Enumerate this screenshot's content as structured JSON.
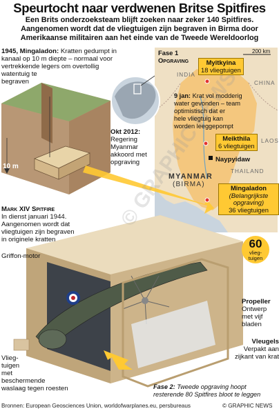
{
  "headline": "Speurtocht naar verdwenen Britse Spitfires",
  "subheadline": [
    "Een Brits onderzoeksteam blijft zoeken naar zeker 140 Spitfires.",
    "Aangenomen wordt dat de vliegtuigen zijn begraven in Birma door",
    "Amerikaanse militairen aan het einde van de Tweede Wereldoorlog"
  ],
  "burial_note": {
    "date": "1945, Mingaladon:",
    "lines": [
      "Kratten gedumpt in",
      "kanaal op 10 m diepte – normaal voor",
      "vertrekkende legers om overtollig",
      "watentuig te",
      "begraven"
    ]
  },
  "depth_label": "10 m",
  "oct_note": {
    "date": "Okt 2012:",
    "lines": [
      "Regering",
      "Myanmar",
      "akkoord met",
      "opgraving"
    ]
  },
  "aircraft": {
    "name": "Mark XIV Spitfire",
    "lines": [
      "In dienst januari 1944.",
      "Aangenomen wordt dat",
      "vliegtuigen zijn begraven",
      "in originele kratten"
    ]
  },
  "labels": {
    "engine": "Griffon-motor",
    "propeller_title": "Propeller",
    "propeller_lines": [
      "Ontwerp",
      "met vijf",
      "bladen"
    ],
    "wings_title": "Vleugels",
    "wings_lines": [
      "Verpakt aan",
      "zijkant van krat"
    ],
    "coating_lines": [
      "Vlieg-",
      "tuigen",
      "met",
      "beschermende",
      "waslaag tegen roesten"
    ]
  },
  "map": {
    "phase": "Fase 1",
    "phase_sub": "Opgraving",
    "scale": "200 km",
    "countries": {
      "india": "INDIA",
      "china": "CHINA",
      "laos": "LAOS",
      "thailand": "THAILAND",
      "myanmar": "MYANMAR",
      "birma": "(BIRMA)"
    },
    "capital": "Naypyidaw",
    "sites": [
      {
        "name": "Myitkyina",
        "detail": "18 vliegtuigen"
      },
      {
        "name": "Meikthila",
        "detail": "6 vliegtuigen"
      },
      {
        "name": "Mingaladon",
        "detail_italic": "(Belangrijkste opgraving)",
        "detail": "36 vliegtuigen"
      }
    ],
    "jan_note": {
      "date": "9 jan:",
      "lines": [
        "Krat vol modderig",
        "water gevonden – team",
        "optimistisch dat er",
        "hele vliegtuig kan",
        "worden leeggepompt"
      ]
    }
  },
  "badge": {
    "number": "60",
    "unit1": "vlieg-",
    "unit2": "tuigen"
  },
  "phase2": {
    "title": "Fase 2:",
    "lines": [
      "Tweede opgraving hoopt",
      "resterende 80 Spitfires bloot te leggen"
    ]
  },
  "footer": {
    "sources": "Bronnen: European Geosciences Union, worldofwarplanes.eu, persbureaus",
    "credit": "© GRAPHIC NEWS"
  },
  "watermark": "© GRAPHIC NEWS",
  "colors": {
    "accent": "#ffc933",
    "map_land": "#efe0c4",
    "sea": "#c9d4de",
    "crate": "#d9c4a0",
    "soil": "#b89775"
  }
}
